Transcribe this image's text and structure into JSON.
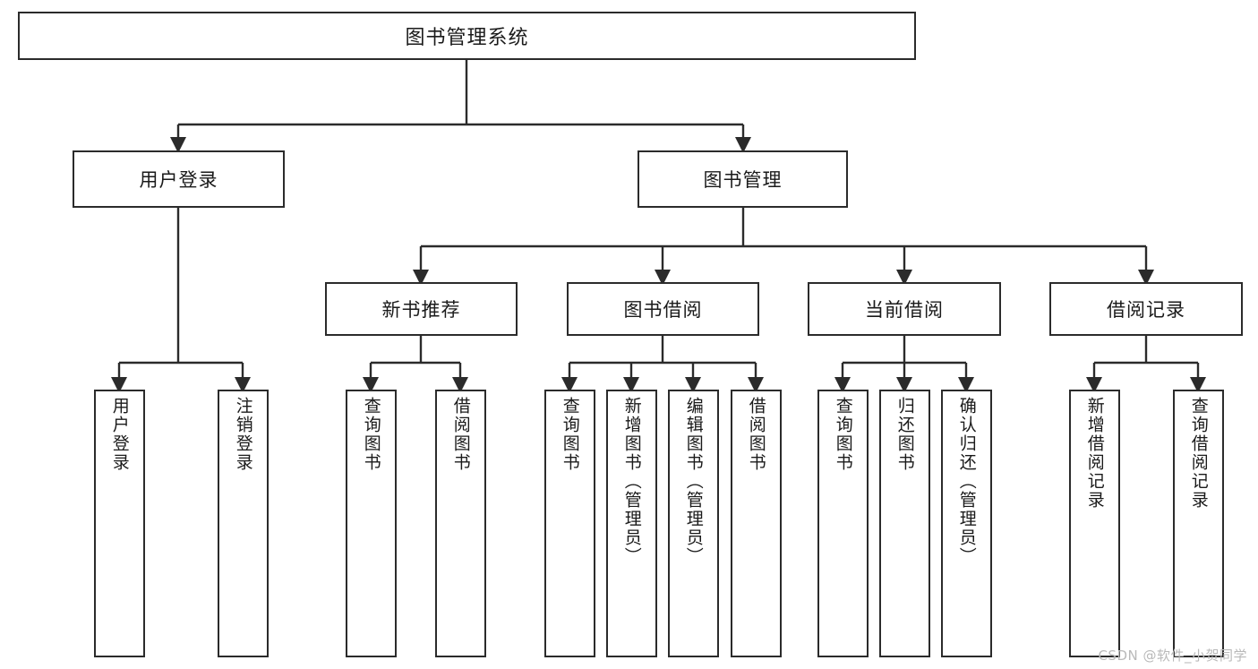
{
  "diagram": {
    "title": "图书管理系统",
    "watermark": "CSDN @软件_小贺同学",
    "line_color": "#2b2b2b",
    "box_fill": "#ffffff",
    "text_color": "#1a1a1a",
    "levels": {
      "root": "图书管理系统",
      "level2": [
        "用户登录",
        "图书管理"
      ],
      "level3": [
        "新书推荐",
        "图书借阅",
        "当前借阅",
        "借阅记录"
      ]
    }
  },
  "nodes": {
    "root": {
      "label": "图书管理系统"
    },
    "user_login": {
      "label": "用户登录"
    },
    "book_manage": {
      "label": "图书管理"
    },
    "new_book_rec": {
      "label": "新书推荐"
    },
    "book_borrow": {
      "label": "图书借阅"
    },
    "current_borrow": {
      "label": "当前借阅"
    },
    "borrow_record": {
      "label": "借阅记录"
    },
    "leaves": {
      "user_login_1": {
        "label": "用户登录"
      },
      "user_login_2": {
        "label": "注销登录"
      },
      "new_book_1": {
        "label": "查询图书"
      },
      "new_book_2": {
        "label": "借阅图书"
      },
      "borrow_1": {
        "label": "查询图书"
      },
      "borrow_2": {
        "label": "新增图书（管理员）"
      },
      "borrow_3": {
        "label": "编辑图书（管理员）"
      },
      "borrow_4": {
        "label": "借阅图书"
      },
      "current_1": {
        "label": "查询图书"
      },
      "current_2": {
        "label": "归还图书"
      },
      "current_3": {
        "label": "确认归还（管理员）"
      },
      "record_1": {
        "label": "新增借阅记录"
      },
      "record_2": {
        "label": "查询借阅记录"
      }
    }
  }
}
